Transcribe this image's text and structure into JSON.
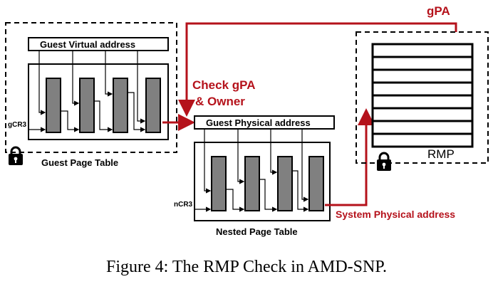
{
  "colors": {
    "accent_red": "#b5121b",
    "table_gray": "#808080",
    "stroke": "#000000"
  },
  "labels": {
    "gpa": "gPA",
    "check_gpa": "Check gPA",
    "and_owner": "& Owner",
    "guest_virtual_address": "Guest Virtual address",
    "guest_physical_address": "Guest Physical address",
    "system_physical_address": "System Physical address",
    "gcr3": "gCR3",
    "ncr3": "nCR3",
    "guest_page_table": "Guest Page Table",
    "nested_page_table": "Nested Page Table",
    "rmp": "RMP"
  },
  "icons": {
    "guest_lock": "lock-icon",
    "rmp_lock": "lock-icon"
  },
  "caption": "Figure 4: The RMP Check in AMD-SNP."
}
